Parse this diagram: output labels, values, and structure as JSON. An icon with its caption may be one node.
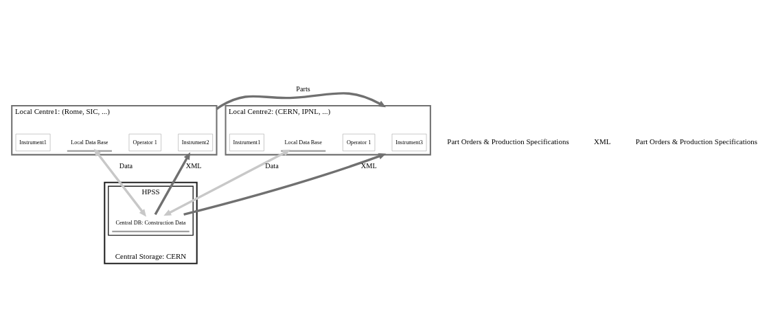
{
  "diagram": {
    "nodes": [
      {
        "text": [
          "Local Centre1: (Rome, SIC, ...)"
        ]
      },
      {
        "text": [
          "Instrument2"
        ],
        "in": 0
      },
      {
        "text": [
          "Operator 1"
        ],
        "in": 0
      },
      {
        "text": [
          "Local Data Base"
        ],
        "in": 0
      },
      {
        "text": [
          "Instrument1"
        ],
        "in": 0
      },
      {
        "text": [
          "Local Centre2: (CERN, IPNL, ...)"
        ]
      },
      {
        "text": [
          "Instrument3"
        ],
        "in": 5
      },
      {
        "text": [
          "Operator 1"
        ],
        "in": 5
      },
      {
        "text": [
          "Local Data Base"
        ],
        "in": 5
      },
      {
        "text": [
          "Instrument1"
        ],
        "in": 5
      },
      {
        "text": [
          "Central Storage: CERN"
        ]
      },
      {
        "text": [
          "HPSS"
        ],
        "in": 10
      },
      {
        "text": [
          "Central DB: Construction Data"
        ],
        "in": 11
      }
    ],
    "edges": [
      {
        "from": 0,
        "to": 5,
        "arrow": "to",
        "label": "Parts"
      },
      {
        "from": 3,
        "to": 12,
        "arrow": "both",
        "label": "Data",
        "color": "#c8c8c8"
      },
      {
        "from": 8,
        "to": 12,
        "arrow": "both",
        "label": "Data",
        "color": "#c8c8c8"
      },
      {
        "from": 12,
        "to": 0,
        "arrow": "to",
        "label": "XML"
      },
      {
        "from": 12,
        "to": 5,
        "arrow": "to",
        "label": "XML"
      }
    ],
    "labels": [
      "Part Orders & Production Specifications",
      "XML",
      "Part Orders & Production Specifications"
    ]
  }
}
